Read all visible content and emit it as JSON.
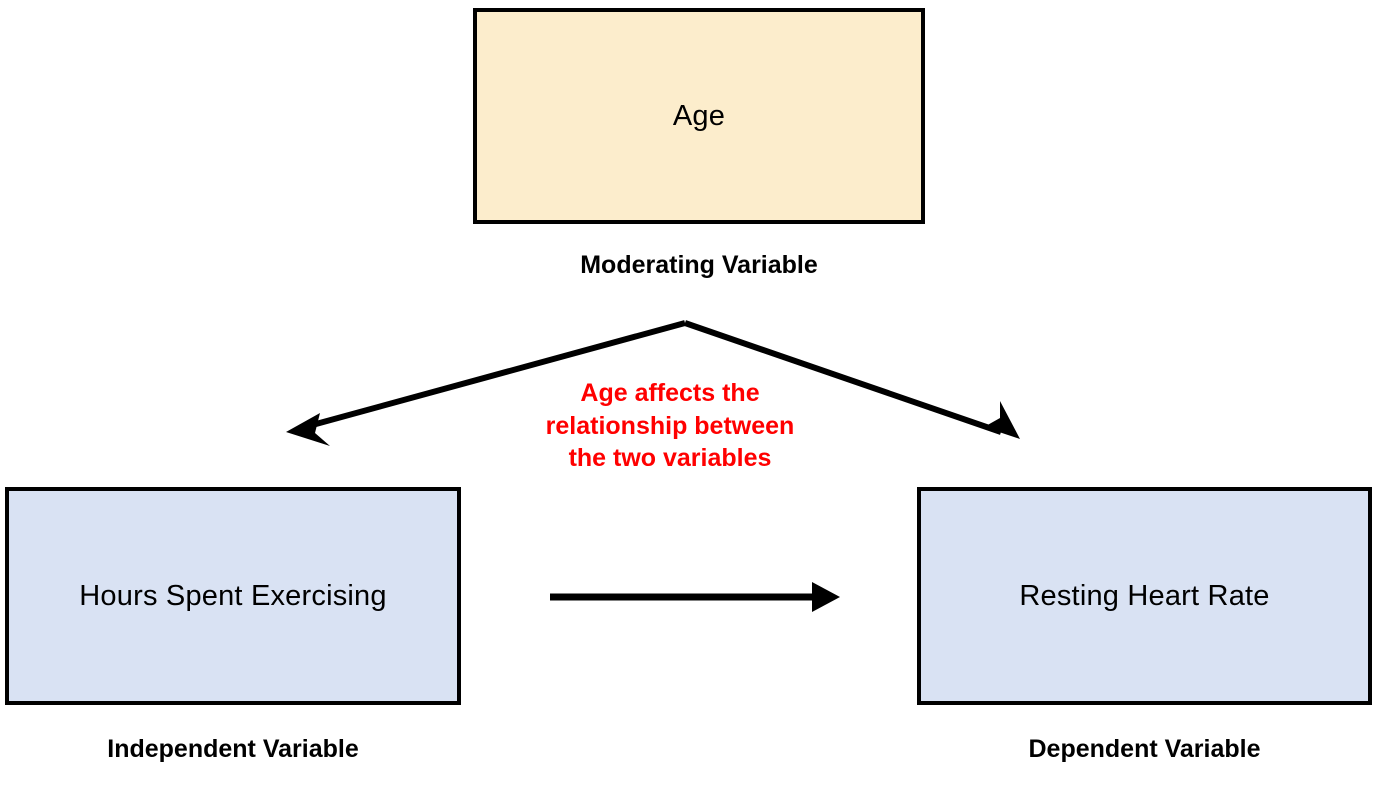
{
  "diagram": {
    "type": "moderation-model",
    "background": "#ffffff",
    "nodes": [
      {
        "id": "moderator",
        "text": "Age",
        "caption": "Moderating Variable",
        "fill": "#FCEDCC",
        "border": "#000000"
      },
      {
        "id": "independent",
        "text": "Hours Spent Exercising",
        "caption": "Independent Variable",
        "fill": "#D9E2F3",
        "border": "#000000"
      },
      {
        "id": "dependent",
        "text": "Resting Heart Rate",
        "caption": "Dependent Variable",
        "fill": "#D9E2F3",
        "border": "#000000"
      }
    ],
    "annotation": {
      "text": "Age affects the relationship between the two variables",
      "lines": [
        "Age affects the",
        "relationship between",
        "the two variables"
      ],
      "color": "#FF0000"
    },
    "arrows": [
      {
        "id": "moderator-to-independent",
        "from": "moderator",
        "to": "independent",
        "color": "#000000",
        "direction": "down-left"
      },
      {
        "id": "moderator-to-dependent",
        "from": "moderator",
        "to": "dependent",
        "color": "#000000",
        "direction": "down-right"
      },
      {
        "id": "independent-to-dependent",
        "from": "independent",
        "to": "dependent",
        "color": "#000000",
        "direction": "right"
      }
    ]
  }
}
